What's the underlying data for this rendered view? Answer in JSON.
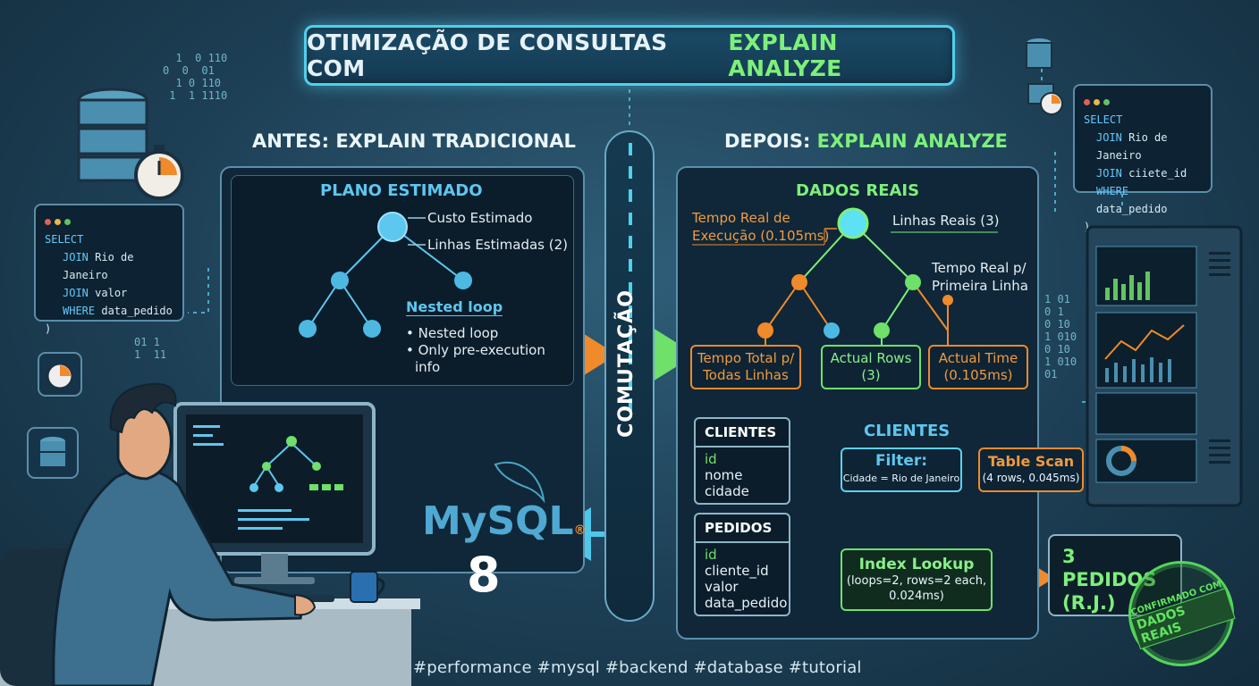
{
  "title": {
    "main": "OTIMIZAÇÃO DE CONSULTAS COM",
    "highlight": "EXPLAIN ANALYZE"
  },
  "left_section": {
    "title": "ANTES: EXPLAIN TRADICIONAL",
    "panel_title": "PLANO ESTIMADO",
    "tree_labels": [
      "Custo Estimado",
      "Linhas Estimadas (2)"
    ],
    "nested_title": "Nested loop",
    "bullets": [
      "Nested loop",
      "Only pre-execution info"
    ]
  },
  "center": {
    "label": "COMUTAÇÃO"
  },
  "mysql": {
    "brand": "MySQL",
    "version": "8"
  },
  "right_section": {
    "title_prefix": "DEPOIS:",
    "title_highlight": "EXPLAIN ANALYZE",
    "panel_title": "DADOS REAIS",
    "tempo_real_exec": "Tempo Real de Execução (0.105ms)",
    "linhas_reais": "Linhas Reais (3)",
    "tempo_primeira": "Tempo Real p/ Primeira Linha",
    "boxes": [
      "Tempo Total p/ Todas Linhas",
      "Actual Rows (3)",
      "Actual Time (0.105ms)"
    ],
    "clientes_heading": "CLIENTES"
  },
  "tables": {
    "clientes": {
      "name": "CLIENTES",
      "fields": [
        "id",
        "nome",
        "cidade"
      ]
    },
    "pedidos": {
      "name": "PEDIDOS",
      "fields": [
        "id",
        "cliente_id",
        "valor",
        "data_pedido"
      ]
    }
  },
  "flow": {
    "filter_title": "Filter:",
    "filter_cond": "Cidade = Rio de Janeiro",
    "table_scan_title": "Table Scan",
    "table_scan_detail": "(4 rows, 0.045ms)",
    "index_title": "Index Lookup",
    "index_detail": "(loops=2, rows=2 each, 0.024ms)",
    "result": "3 PEDIDOS (R.J.)"
  },
  "stamp": {
    "line1": "CONFIRMADO COM",
    "line2": "DADOS REAIS"
  },
  "code_left": {
    "lines": [
      "SELECT",
      "JOIN",
      "Rio de Janeiro",
      "JOIN",
      "valor",
      "WHERE",
      "data_pedido",
      ")"
    ]
  },
  "code_right": {
    "lines": [
      "SELECT",
      "JOIN",
      "Rio de Janeiro",
      "JOIN",
      "ciiete_id",
      "WHERE",
      "data_pedido",
      ")"
    ]
  },
  "binary_top": "  1  0 110\n0  0  01\n  1 0 110\n 1  1 1110",
  "binary_right": "1 01\n0 1\n0 10\n1 010\n0 10\n1 010\n01",
  "binary_left": "01 1\n1  11",
  "hashtags": "#performance  #mysql  #backend  #database  #tutorial",
  "colors": {
    "accent_green": "#7df07a",
    "accent_orange": "#f08a2a",
    "accent_cyan": "#4fd0ec"
  }
}
